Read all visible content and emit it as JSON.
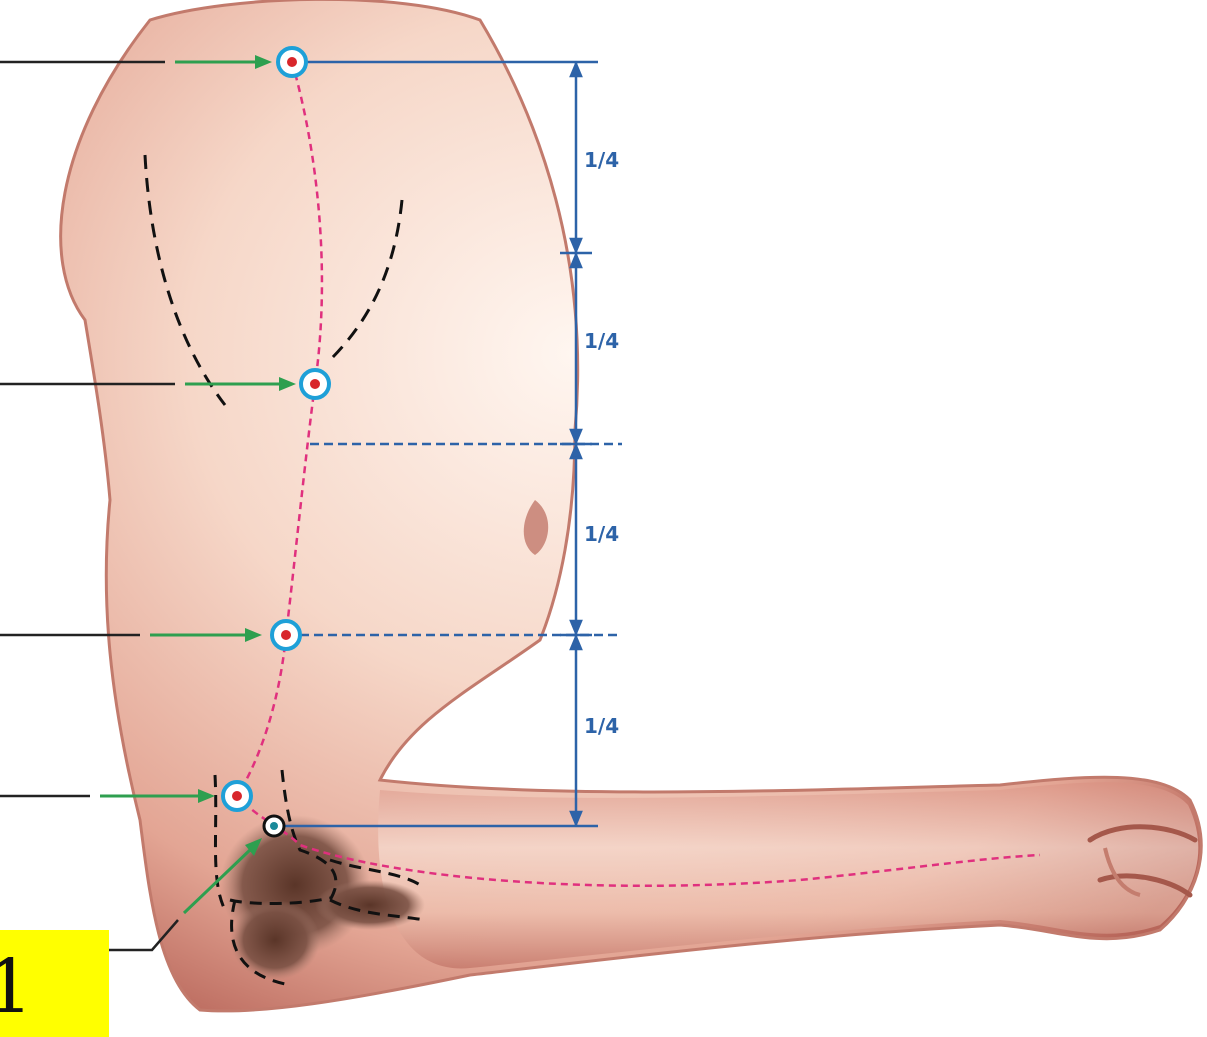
{
  "diagram": {
    "segment_labels": [
      "1/4",
      "1/4",
      "1/4",
      "1/4"
    ],
    "callout_label": "1",
    "colors": {
      "skin": "#f3cdbb",
      "skin_shadow": "#b8665a",
      "measure_line": "#2d63a8",
      "meridian": "#e0307e",
      "pointer_arrow": "#2e9f4f",
      "point_ring": "#1ea0d8",
      "point_center": "#d8262b",
      "callout_bg": "#ffff00"
    },
    "point_markers": [
      "upper-point",
      "mid-upper-point",
      "mid-lower-point",
      "elbow-point",
      "elbow-crease-point"
    ]
  }
}
